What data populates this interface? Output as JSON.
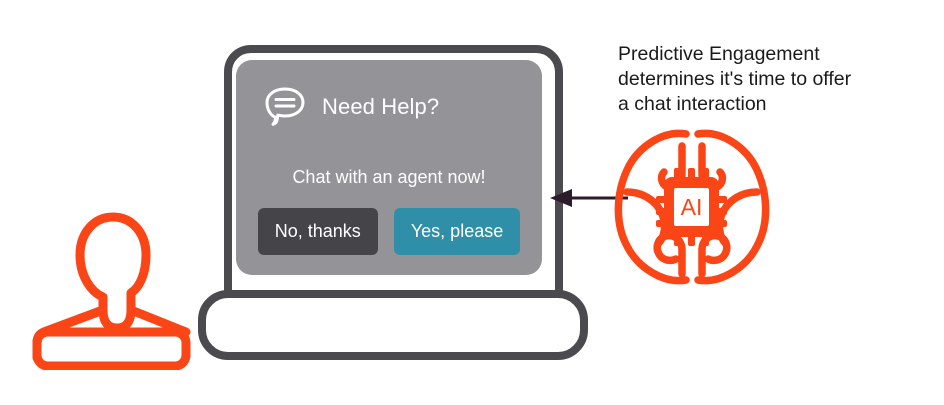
{
  "scene": {
    "type": "illustration",
    "background": "#ffffff"
  },
  "colors": {
    "accent_orange": "#FA4616",
    "chassis_dark": "#4A4A4F",
    "screen_gray": "#939398",
    "button_dark": "#454549",
    "button_teal": "#2F8FA8",
    "text_white": "#FFFFFF",
    "text_black": "#1A1A1A",
    "arrow_dark": "#2B1B2B"
  },
  "person": {
    "icon": "person-icon",
    "color": "#FA4616"
  },
  "laptop": {
    "icon": "laptop-icon",
    "screen": {
      "chat_widget": {
        "bubble_icon": "chat-bubble-icon",
        "title": "Need Help?",
        "prompt": "Chat with an agent now!",
        "buttons": [
          {
            "label": "No, thanks",
            "style": "secondary"
          },
          {
            "label": "Yes, please",
            "style": "primary"
          }
        ]
      }
    }
  },
  "arrow": {
    "icon": "arrow-left-icon",
    "direction": "left",
    "from": "brain",
    "to": "laptop-screen"
  },
  "brain": {
    "icon": "brain-ai-icon",
    "chip_label": "AI",
    "color": "#FA4616"
  },
  "annotation": {
    "line1": "Predictive Engagement",
    "line2": "determines it's time to offer",
    "line3": "a chat interaction"
  }
}
